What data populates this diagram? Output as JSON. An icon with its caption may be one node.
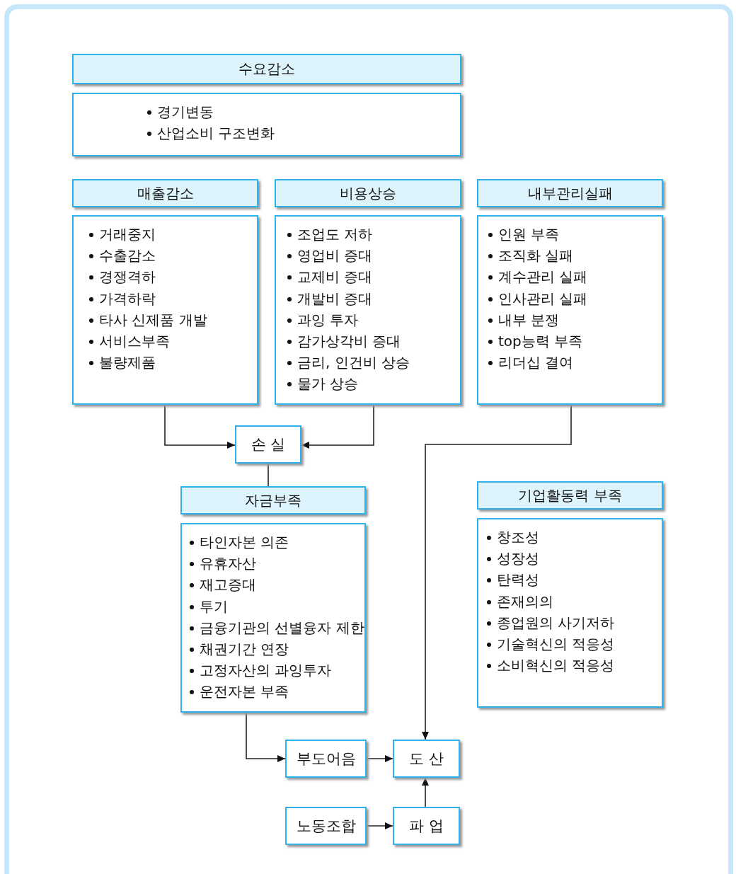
{
  "diagram": {
    "nodes": [
      {
        "text": [
          "수요감소"
        ]
      },
      {
        "text": [
          "경기변동",
          "산업소비 구조변화"
        ]
      },
      {
        "text": [
          "매출감소"
        ]
      },
      {
        "text": [
          "거래중지",
          "수출감소",
          "경쟁격하",
          "가격하락",
          "타사 신제품 개발",
          "서비스부족",
          "불량제품"
        ]
      },
      {
        "text": [
          "비용상승"
        ]
      },
      {
        "text": [
          "조업도 저하",
          "영업비 증대",
          "교제비 증대",
          "개발비 증대",
          "과잉 투자",
          "감가상각비 증대",
          "금리, 인건비 상승",
          "물가 상승"
        ]
      },
      {
        "text": [
          "내부관리실패"
        ]
      },
      {
        "text": [
          "인원 부족",
          "조직화 실패",
          "계수관리 실패",
          "인사관리 실패",
          "내부 분쟁",
          "top능력 부족",
          "리더십 결여"
        ]
      },
      {
        "text": [
          "손 실"
        ]
      },
      {
        "text": [
          "자금부족"
        ]
      },
      {
        "text": [
          "타인자본 의존",
          "유휴자산",
          "재고증대",
          "투기",
          "금융기관의 선별융자 제한",
          "채권기간 연장",
          "고정자산의 과잉투자",
          "운전자본 부족"
        ]
      },
      {
        "text": [
          "기업활동력 부족"
        ]
      },
      {
        "text": [
          "창조성",
          "성장성",
          "탄력성",
          "존재의의",
          "종업원의 사기저하",
          "기술혁신의 적응성",
          "소비혁신의 적응성"
        ]
      },
      {
        "text": [
          "부도어음"
        ]
      },
      {
        "text": [
          "도 산"
        ]
      },
      {
        "text": [
          "노동조합"
        ]
      },
      {
        "text": [
          "파 업"
        ]
      }
    ],
    "edges": [
      {
        "from": 3,
        "to": 8,
        "arrow": "to"
      },
      {
        "from": 5,
        "to": 8,
        "arrow": "to"
      },
      {
        "from": 8,
        "to": 9,
        "arrow": "none"
      },
      {
        "from": 7,
        "to": 14,
        "arrow": "to"
      },
      {
        "from": 10,
        "to": 13,
        "arrow": "to"
      },
      {
        "from": 13,
        "to": 14,
        "arrow": "to"
      },
      {
        "from": 15,
        "to": 16,
        "arrow": "to"
      },
      {
        "from": 16,
        "to": 14,
        "arrow": "to"
      }
    ]
  }
}
